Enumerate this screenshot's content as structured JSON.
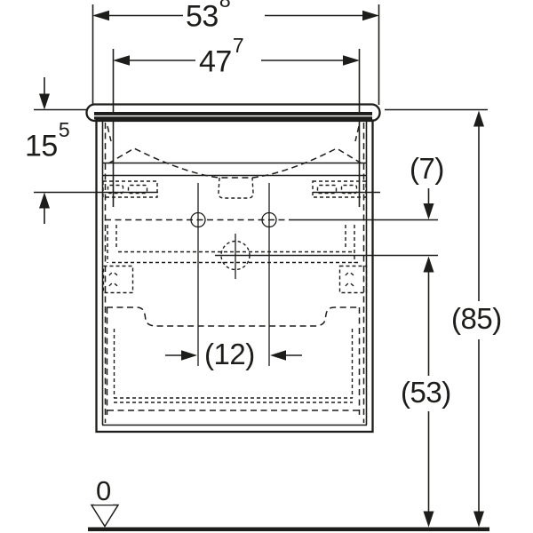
{
  "drawing": {
    "type": "technical-dimension-drawing",
    "subject": "wall-hung washbasin cabinet, front elevation",
    "dimensions": {
      "total_width": {
        "main": "53",
        "sup": "8"
      },
      "inner_width": {
        "main": "47",
        "sup": "7"
      },
      "basin_height": {
        "main": "15",
        "sup": "5"
      },
      "offset_7": "(7)",
      "height_85": "(85)",
      "height_53": "(53)",
      "spacing_12": "(12)",
      "datum_zero": "0"
    },
    "colors": {
      "line": "#1d1d1b",
      "background": "#ffffff"
    }
  }
}
